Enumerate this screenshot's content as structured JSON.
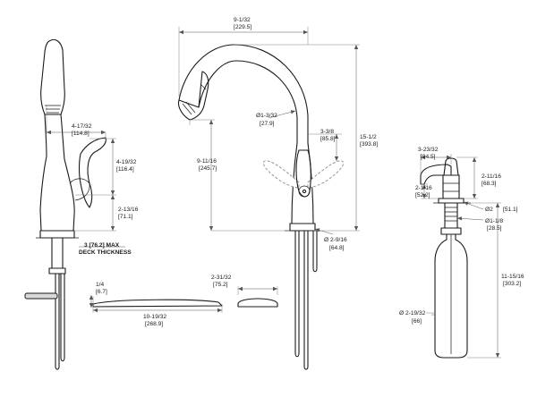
{
  "side_view": {
    "spout_reach": {
      "imperial": "4-17/32",
      "metric": "[114.8]"
    },
    "handle_height": {
      "imperial": "4-19/32",
      "metric": "[116.4]"
    },
    "base_height": {
      "imperial": "2-13/16",
      "metric": "[71.1]"
    },
    "deck_thickness": {
      "line1": "3  [76.2]  MAX",
      "line2": "DECK THICKNESS"
    }
  },
  "deckplate": {
    "thickness": {
      "imperial": "1/4",
      "metric": "[6.7]"
    },
    "length": {
      "imperial": "10-19/32",
      "metric": "[268.9]"
    },
    "width": {
      "imperial": "2-31/32",
      "metric": "[75.2]"
    }
  },
  "front_view": {
    "overall_width": {
      "imperial": "9-1/32",
      "metric": "[229.5]"
    },
    "spout_tube_dia": {
      "imperial": "Ø1-3/32",
      "metric": "[27.9]"
    },
    "handle_offset": {
      "imperial": "3-3/8",
      "metric": "[85.8]"
    },
    "overall_height": {
      "imperial": "15-1/2",
      "metric": "[393.8]"
    },
    "spout_height": {
      "imperial": "9-11/16",
      "metric": "[245.7]"
    },
    "base_dia": {
      "imperial": "Ø 2-9/16",
      "metric": "[64.8]"
    }
  },
  "soap_dispenser": {
    "nozzle_reach": {
      "imperial": "3-23/32",
      "metric": "[94.5]"
    },
    "pump_height": {
      "imperial": "2-11/16",
      "metric": "[68.3]"
    },
    "nozzle_height": {
      "imperial": "2-1/16",
      "metric": "[52.2]"
    },
    "flange_dia": {
      "imperial": "Ø2",
      "metric": "[51.1]"
    },
    "shank_dia": {
      "imperial": "Ø1-1/8",
      "metric": "[28.5]"
    },
    "overall_height": {
      "imperial": "11-15/16",
      "metric": "[303.2]"
    },
    "bottle_dia": {
      "imperial": "Ø 2-19/32",
      "metric": "[66]"
    }
  },
  "colors": {
    "line": "#1a1a1a",
    "dimension": "#555555",
    "ghost": "#8a8a8a",
    "fill": "#d9d9d9"
  }
}
